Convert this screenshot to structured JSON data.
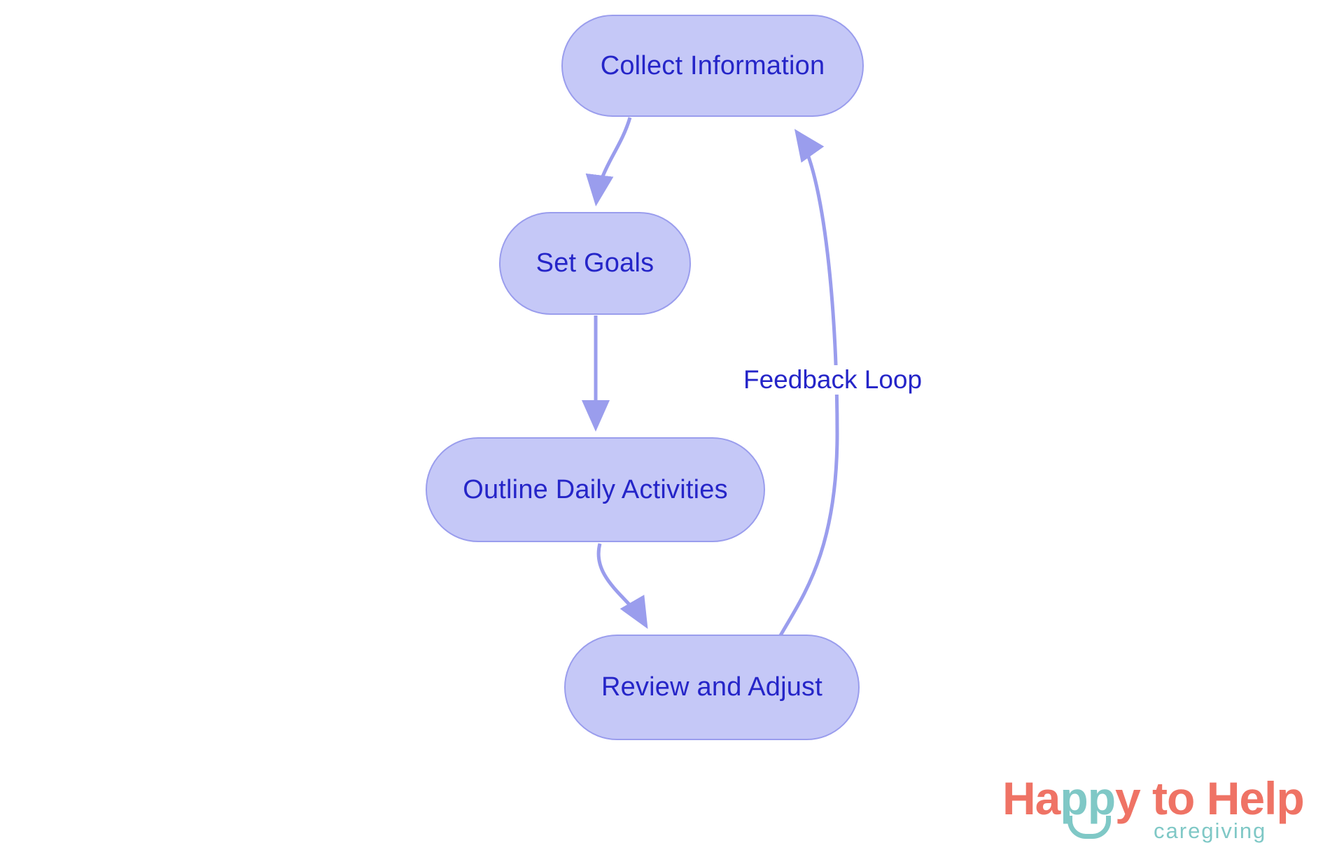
{
  "diagram": {
    "type": "flowchart",
    "orientation": "top-to-bottom",
    "background_color": "#ffffff",
    "node_fill_color": "#c5c8f7",
    "node_border_color": "#9a9ded",
    "node_text_color": "#2525c8",
    "edge_color": "#9a9ded",
    "nodes": [
      {
        "id": "collect-information",
        "label": "Collect Information"
      },
      {
        "id": "set-goals",
        "label": "Set Goals"
      },
      {
        "id": "outline-daily-activities",
        "label": "Outline Daily Activities"
      },
      {
        "id": "review-and-adjust",
        "label": "Review and Adjust"
      }
    ],
    "edges": [
      {
        "from": "collect-information",
        "to": "set-goals",
        "label": ""
      },
      {
        "from": "set-goals",
        "to": "outline-daily-activities",
        "label": ""
      },
      {
        "from": "outline-daily-activities",
        "to": "review-and-adjust",
        "label": ""
      },
      {
        "from": "review-and-adjust",
        "to": "collect-information",
        "label": "Feedback Loop"
      }
    ]
  },
  "logo": {
    "word_part_1": "Ha",
    "word_part_teal": "pp",
    "word_part_2": "y to Help",
    "full_wordmark": "Happy to Help",
    "tagline": "caregiving",
    "primary_color": "#ef7365",
    "accent_color": "#7fc8c6"
  }
}
